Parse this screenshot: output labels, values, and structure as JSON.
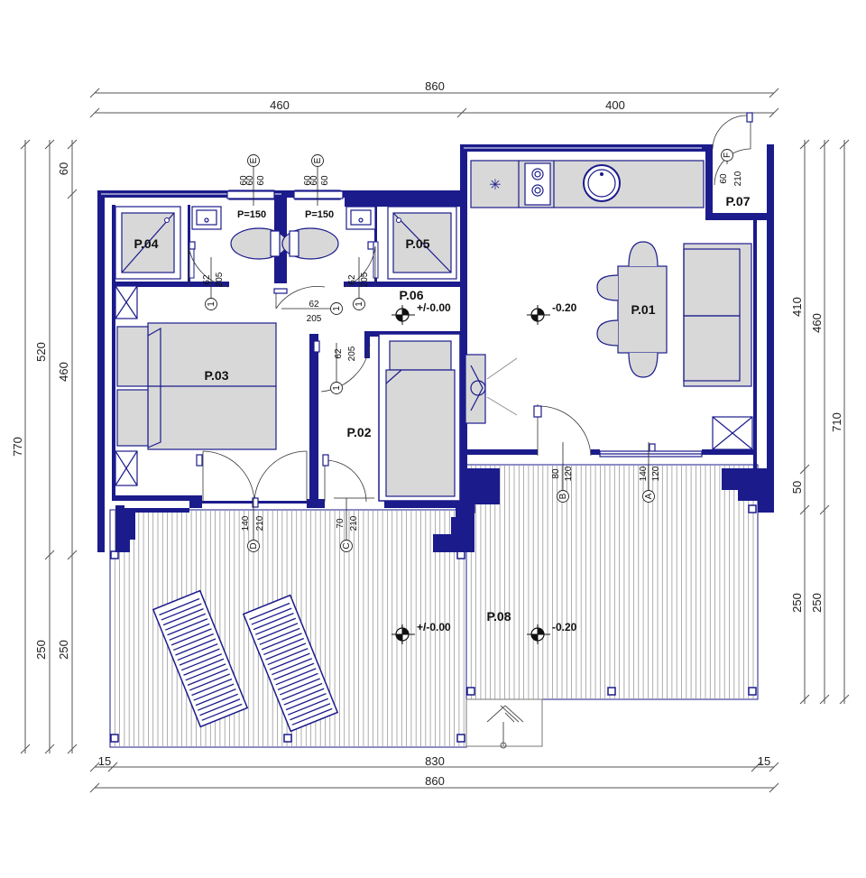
{
  "dimensions": {
    "top_total": "860",
    "top_left": "460",
    "top_right": "400",
    "bottom_total": "860",
    "bottom_mid": "830",
    "bottom_left": "15",
    "bottom_right": "15",
    "left_outer": "770",
    "left_mid_top": "520",
    "left_mid_bottom": "250",
    "left_inner_top": "60",
    "left_inner_mid": "460",
    "left_inner_bottom": "250",
    "right_outer": "710",
    "right_mid_top": "460",
    "right_mid_bottom": "250",
    "right_inner_top": "410",
    "right_inner_mid": "50",
    "right_inner_bottom": "250"
  },
  "rooms": {
    "p01": "P.01",
    "p02": "P.02",
    "p03": "P.03",
    "p04": "P.04",
    "p05": "P.05",
    "p06": "P.06",
    "p07": "P.07",
    "p08": "P.08"
  },
  "levels": {
    "p06": "+/-0.00",
    "p01": "-0.20",
    "terrace_left": "+/-0.00",
    "terrace_right": "-0.20"
  },
  "fixtures": {
    "shower_label_1": "P=150",
    "shower_label_2": "P=150"
  },
  "door_tags": {
    "e1": {
      "letter": "E",
      "w": "60",
      "h1": "60",
      "h2": "60"
    },
    "e2": {
      "letter": "E",
      "w": "60",
      "h1": "60",
      "h2": "60"
    },
    "f": {
      "letter": "F",
      "w": "60",
      "h": "210"
    },
    "d1": {
      "num": "1",
      "w": "62",
      "h": "205"
    },
    "d2": {
      "num": "1",
      "w": "62",
      "h": "205"
    },
    "d3": {
      "num": "1",
      "w": "62",
      "h": "205"
    },
    "d4": {
      "num": "1",
      "w": "62",
      "h": "205"
    },
    "d": {
      "letter": "D",
      "w": "140",
      "h": "210"
    },
    "c": {
      "letter": "C",
      "w": "70",
      "h": "210"
    },
    "b": {
      "letter": "B",
      "w": "80",
      "h": "120"
    },
    "a": {
      "letter": "A",
      "w": "140",
      "h": "120"
    }
  }
}
